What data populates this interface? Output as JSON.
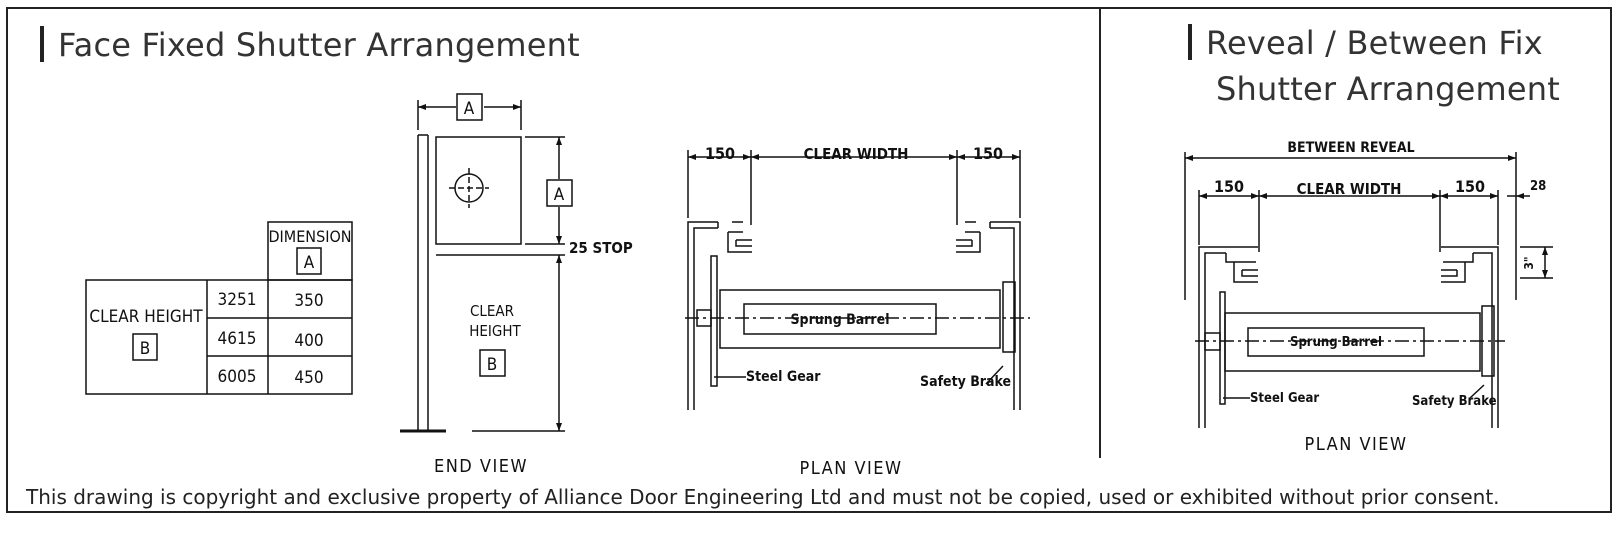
{
  "left_panel": {
    "title": "Face Fixed Shutter Arrangement",
    "table": {
      "header": "DIMENSION",
      "header_key": "A",
      "row_label": "CLEAR HEIGHT",
      "row_key": "B",
      "rows": [
        {
          "height": "3251",
          "dimension": "350"
        },
        {
          "height": "4615",
          "dimension": "400"
        },
        {
          "height": "6005",
          "dimension": "450"
        }
      ]
    },
    "end_view": {
      "key_a_top": "A",
      "key_a_side": "A",
      "stop_label": "25 STOP",
      "clear_label_1": "CLEAR",
      "clear_label_2": "HEIGHT",
      "key_b": "B",
      "caption": "END VIEW"
    },
    "plan_view": {
      "left_dim": "150",
      "clear_width": "CLEAR WIDTH",
      "right_dim": "150",
      "barrel_label": "Sprung Barrel",
      "gear_label": "Steel Gear",
      "brake_label": "Safety Brake",
      "caption": "PLAN VIEW"
    }
  },
  "right_panel": {
    "title_line1": "Reveal / Between Fix",
    "title_line2": "Shutter Arrangement",
    "plan_view": {
      "between_reveal": "BETWEEN REVEAL",
      "left_dim": "150",
      "clear_width": "CLEAR WIDTH",
      "right_dim": "150",
      "side_dim": "28",
      "depth_dim": "3\"",
      "barrel_label": "Sprung Barrel",
      "gear_label": "Steel Gear",
      "brake_label": "Safety Brake",
      "caption": "PLAN VIEW"
    }
  },
  "footer": {
    "copyright": "This drawing is copyright and exclusive property of Alliance Door Engineering Ltd and must not be copied, used or exhibited without prior consent."
  }
}
